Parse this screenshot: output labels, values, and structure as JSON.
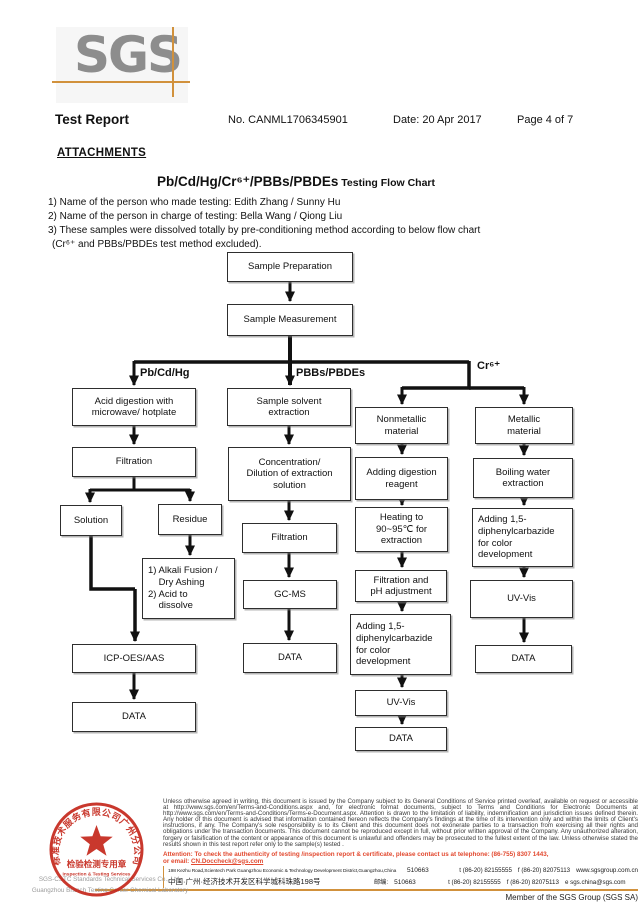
{
  "header": {
    "logo_text": "SGS",
    "title": "Test Report",
    "report_no": "No. CANML1706345901",
    "date": "Date: 20 Apr 2017",
    "page": "Page 4 of 7"
  },
  "attachments": {
    "heading": "ATTACHMENTS",
    "chart_title_main": "Pb/Cd/Hg/Cr⁶⁺/PBBs/PBDEs",
    "chart_title_sub": " Testing Flow Chart",
    "notes": [
      "1) Name of the person who made testing: Edith Zhang / Sunny Hu",
      "2) Name of the person in charge of testing: Bella Wang / Qiong Liu",
      "3) These samples were dissolved totally by pre-conditioning method according to below flow chart",
      "(Cr⁶⁺ and PBBs/PBDEs test method excluded)."
    ]
  },
  "flowchart": {
    "branch_labels": {
      "left": "Pb/Cd/Hg",
      "middle": "PBBs/PBDEs",
      "right": "Cr⁶⁺"
    },
    "nodes": {
      "sample_preparation": "Sample Preparation",
      "sample_measurement": "Sample Measurement",
      "acid_digestion": "Acid digestion with\nmicrowave/ hotplate",
      "filtration_left": "Filtration",
      "solution": "Solution",
      "residue": "Residue",
      "alkali_fusion": "1) Alkali Fusion /\n    Dry Ashing\n2) Acid to\n    dissolve",
      "icp": "ICP-OES/AAS",
      "data_left": "DATA",
      "solvent_extraction": "Sample solvent\nextraction",
      "concentration": "Concentration/\nDilution of extraction\nsolution",
      "filtration_mid": "Filtration",
      "gcms": "GC-MS",
      "data_mid": "DATA",
      "nonmetallic": "Nonmetallic\nmaterial",
      "adding_reagent": "Adding digestion\nreagent",
      "heating": "Heating to\n90~95℃ for\nextraction",
      "filtration_ph": "Filtration and\npH adjustment",
      "carbazide_nonmetal": "Adding 1,5-\ndiphenylcarbazide\nfor color\ndevelopment",
      "uvvis_nonmetal": "UV-Vis",
      "data_nonmetal": "DATA",
      "metallic": "Metallic\nmaterial",
      "boiling": "Boiling water\nextraction",
      "carbazide_metal": "Adding 1,5-\ndiphenylcarbazide\nfor color\ndevelopment",
      "uvvis_metal": "UV-Vis",
      "data_metal": "DATA"
    }
  },
  "footer": {
    "legal": "Unless otherwise agreed in writing, this document is issued by the Company subject to its General Conditions of Service printed overleaf, available on request or accessible at http://www.sgs.com/en/Terms-and-Conditions.aspx and, for electronic format documents, subject to Terms and Conditions for Electronic Documents at http://www.sgs.com/en/Terms-and-Conditions/Terms-e-Document.aspx. Attention is drawn to the limitation of liability, indemnification and jurisdiction issues defined therein. Any holder of this document is advised that information contained hereon reflects the Company's findings at the time of its intervention only and within the limits of Client's instructions, if any. The Company's sole responsibility is to its Client and this document does not exonerate parties to a transaction from exercising all their rights and obligations under the transaction documents. This document cannot be reproduced except in full, without prior written approval of the Company. Any unauthorized alteration, forgery or falsification of the content or appearance of this document is unlawful and offenders may be prosecuted to the fullest extent of the law. Unless otherwise stated the results shown in this test report refer only to the sample(s) tested .",
    "attention_line1": "Attention: To check the authenticity of testing /inspection report & certificate, please contact us at telephone: (86-755) 8307 1443,",
    "attention_prefix": "or email: ",
    "attention_email": "CN.Doccheck@sgs.com",
    "company_line1": "SGS-CSTC Standards Technical Services Co., Ltd.",
    "company_line2": "Guangzhou Branch Testing Center Chemical Laboratory",
    "address_en": "198 Kezhu Road,Scientech Park Guangzhou Economic & Technology Development District,Guangzhou,China",
    "address_en_postal": "510663",
    "address_en_tel": "t (86-20) 82155555",
    "address_en_fax": "f (86-20) 82075113",
    "address_en_web": "www.sgsgroup.com.cn",
    "address_cn": "中国·广州·经济技术开发区科学城科珠路198号",
    "address_cn_postal_label": "邮编:",
    "address_cn_postal": "510663",
    "address_cn_tel": "t (86-20) 82155555",
    "address_cn_fax": "f (86-20) 82075113",
    "address_cn_email": "e sgs.china@sgs.com",
    "member": "Member of the SGS Group (SGS SA)",
    "stamp": {
      "ring_text": "标准技术服务有限公司广州分公司",
      "inner_line1": "检验检测专用章",
      "inner_line2": "Inspection & Testing Services"
    }
  },
  "colors": {
    "accent_orange": "#d1913c",
    "stamp_red": "#c5281c",
    "attention_red": "#e2492f",
    "logo_gray": "#8d8d8d"
  }
}
